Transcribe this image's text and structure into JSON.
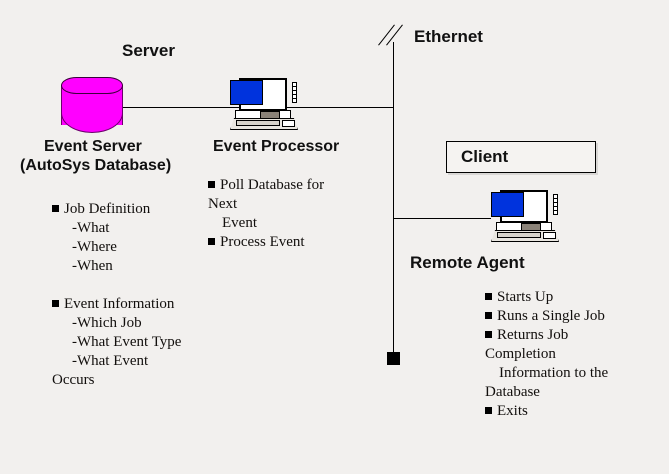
{
  "diagram": {
    "title_server": "Server",
    "title_ethernet": "Ethernet",
    "background_color": "#f2f0ee",
    "line_color": "#000000",
    "database_color": "#ff00ff",
    "screen_color": "#0033dd"
  },
  "nodes": {
    "event_server": {
      "icon": "database-cylinder-icon",
      "label_line1": "Event Server",
      "label_line2": "(AutoSys Database)"
    },
    "event_processor": {
      "icon": "desktop-computer-icon",
      "label": "Event Processor"
    },
    "client": {
      "box_label": "Client",
      "icon": "desktop-computer-icon",
      "label": "Remote Agent"
    }
  },
  "event_server_notes": [
    {
      "type": "bullet",
      "text": "Job Definition"
    },
    {
      "type": "sub",
      "text": "-What"
    },
    {
      "type": "sub",
      "text": "-Where"
    },
    {
      "type": "sub",
      "text": "-When"
    },
    {
      "type": "spacer",
      "text": ""
    },
    {
      "type": "bullet",
      "text": "Event Information"
    },
    {
      "type": "sub",
      "text": "-Which Job"
    },
    {
      "type": "sub",
      "text": "-What Event Type"
    },
    {
      "type": "sub",
      "text": "-What Event"
    },
    {
      "type": "cont",
      "text": "Occurs"
    }
  ],
  "event_processor_notes": [
    {
      "type": "bullet",
      "text": "Poll Database for"
    },
    {
      "type": "cont",
      "text": "Next"
    },
    {
      "type": "cont-ind",
      "text": "Event"
    },
    {
      "type": "bullet",
      "text": "Process Event"
    }
  ],
  "remote_agent_notes": [
    {
      "type": "bullet",
      "text": "Starts Up"
    },
    {
      "type": "bullet",
      "text": "Runs a Single Job"
    },
    {
      "type": "bullet",
      "text": "Returns Job"
    },
    {
      "type": "cont",
      "text": "Completion"
    },
    {
      "type": "cont-ind",
      "text": "Information to the"
    },
    {
      "type": "cont",
      "text": "Database"
    },
    {
      "type": "bullet",
      "text": "Exits"
    }
  ]
}
